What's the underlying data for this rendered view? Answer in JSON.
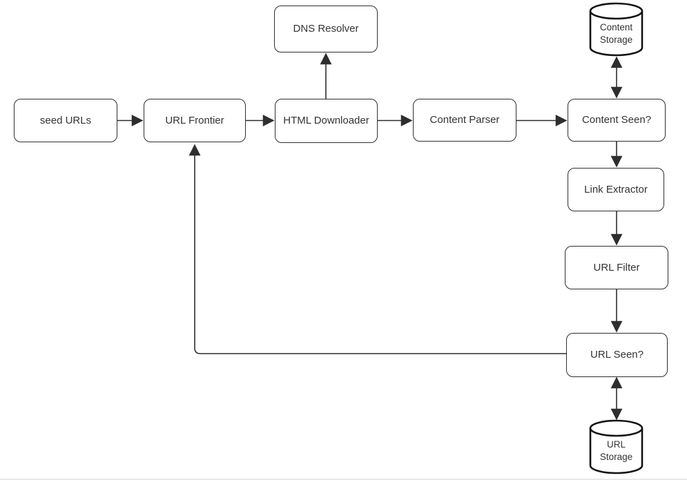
{
  "diagram": {
    "type": "flowchart",
    "subject": "web-crawler-architecture",
    "colors": {
      "stroke": "#2e2e2e",
      "cylinder_stroke": "#141414",
      "node_fill": "#ffffff",
      "text": "#333333",
      "background": "#ffffff"
    },
    "nodes": {
      "seed_urls": {
        "label": "seed URLs",
        "shape": "rounded-rect"
      },
      "url_frontier": {
        "label": "URL Frontier",
        "shape": "rounded-rect"
      },
      "dns_resolver": {
        "label": "DNS Resolver",
        "shape": "rounded-rect"
      },
      "html_downloader": {
        "label": "HTML Downloader",
        "shape": "rounded-rect"
      },
      "content_parser": {
        "label": "Content Parser",
        "shape": "rounded-rect"
      },
      "content_seen": {
        "label": "Content Seen?",
        "shape": "rounded-rect"
      },
      "content_storage": {
        "line1": "Content",
        "line2": "Storage",
        "shape": "cylinder"
      },
      "link_extractor": {
        "label": "Link Extractor",
        "shape": "rounded-rect"
      },
      "url_filter": {
        "label": "URL Filter",
        "shape": "rounded-rect"
      },
      "url_seen": {
        "label": "URL Seen?",
        "shape": "rounded-rect"
      },
      "url_storage": {
        "line1": "URL",
        "line2": "Storage",
        "shape": "cylinder"
      }
    },
    "edges": [
      {
        "from": "seed_urls",
        "to": "url_frontier",
        "type": "arrow"
      },
      {
        "from": "url_frontier",
        "to": "html_downloader",
        "type": "arrow"
      },
      {
        "from": "html_downloader",
        "to": "dns_resolver",
        "type": "arrow"
      },
      {
        "from": "html_downloader",
        "to": "content_parser",
        "type": "arrow"
      },
      {
        "from": "content_parser",
        "to": "content_seen",
        "type": "arrow"
      },
      {
        "from": "content_seen",
        "to": "content_storage",
        "type": "double-arrow"
      },
      {
        "from": "content_seen",
        "to": "link_extractor",
        "type": "arrow"
      },
      {
        "from": "link_extractor",
        "to": "url_filter",
        "type": "arrow"
      },
      {
        "from": "url_filter",
        "to": "url_seen",
        "type": "arrow"
      },
      {
        "from": "url_seen",
        "to": "url_storage",
        "type": "double-arrow"
      },
      {
        "from": "url_seen",
        "to": "url_frontier",
        "type": "arrow-feedback-loop"
      }
    ]
  }
}
